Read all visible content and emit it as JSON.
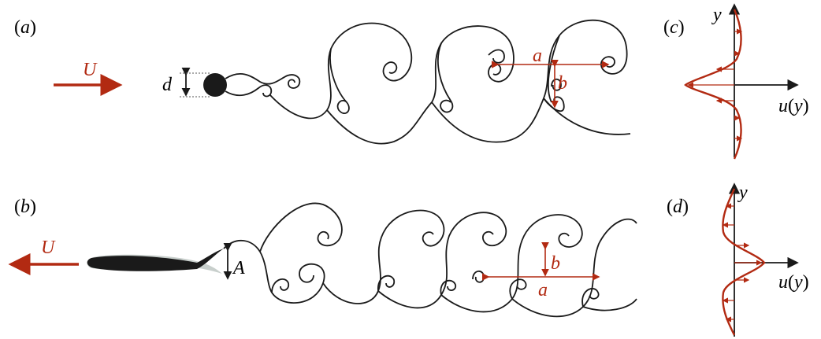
{
  "panels": {
    "a": {
      "tag_open": "(",
      "tag_letter": "a",
      "tag_close": ")"
    },
    "b": {
      "tag_open": "(",
      "tag_letter": "b",
      "tag_close": ")"
    },
    "c": {
      "tag_open": "(",
      "tag_letter": "c",
      "tag_close": ")"
    },
    "d": {
      "tag_open": "(",
      "tag_letter": "d",
      "tag_close": ")"
    }
  },
  "labels": {
    "U": "U",
    "d": "d",
    "A": "A",
    "a": "a",
    "b": "b",
    "y": "y",
    "u": "u",
    "paren_open": "(",
    "paren_close": ")"
  },
  "colors": {
    "accent": "#b22a12",
    "ink": "#1a1a1a",
    "foil_ghost": "#c8cfcc"
  }
}
